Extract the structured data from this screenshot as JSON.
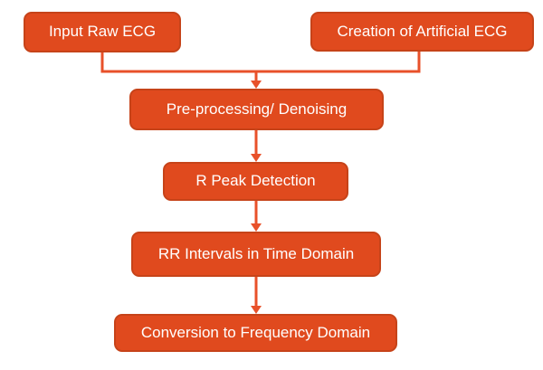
{
  "diagram": {
    "type": "flowchart",
    "background_color": "#FFFFFF",
    "colors": {
      "node_fill": "#E04A1E",
      "node_border": "#C64319",
      "connector": "#E8512A",
      "node_text": "#FFFFFF"
    },
    "nodes": [
      {
        "id": "input-raw-ecg",
        "label": "Input Raw ECG"
      },
      {
        "id": "creation-of-artificial-ecg",
        "label": "Creation of Artificial ECG"
      },
      {
        "id": "pre-processing-denoising",
        "label": "Pre-processing/ Denoising"
      },
      {
        "id": "r-peak-detection",
        "label": "R Peak Detection"
      },
      {
        "id": "rr-intervals-in-time-domain",
        "label": "RR Intervals in Time Domain"
      },
      {
        "id": "conversion-to-frequency-domain",
        "label": "Conversion to Frequency Domain"
      }
    ],
    "edges": [
      {
        "from": "input-raw-ecg",
        "to": "pre-processing-denoising"
      },
      {
        "from": "creation-of-artificial-ecg",
        "to": "pre-processing-denoising"
      },
      {
        "from": "pre-processing-denoising",
        "to": "r-peak-detection"
      },
      {
        "from": "r-peak-detection",
        "to": "rr-intervals-in-time-domain"
      },
      {
        "from": "rr-intervals-in-time-domain",
        "to": "conversion-to-frequency-domain"
      }
    ]
  }
}
